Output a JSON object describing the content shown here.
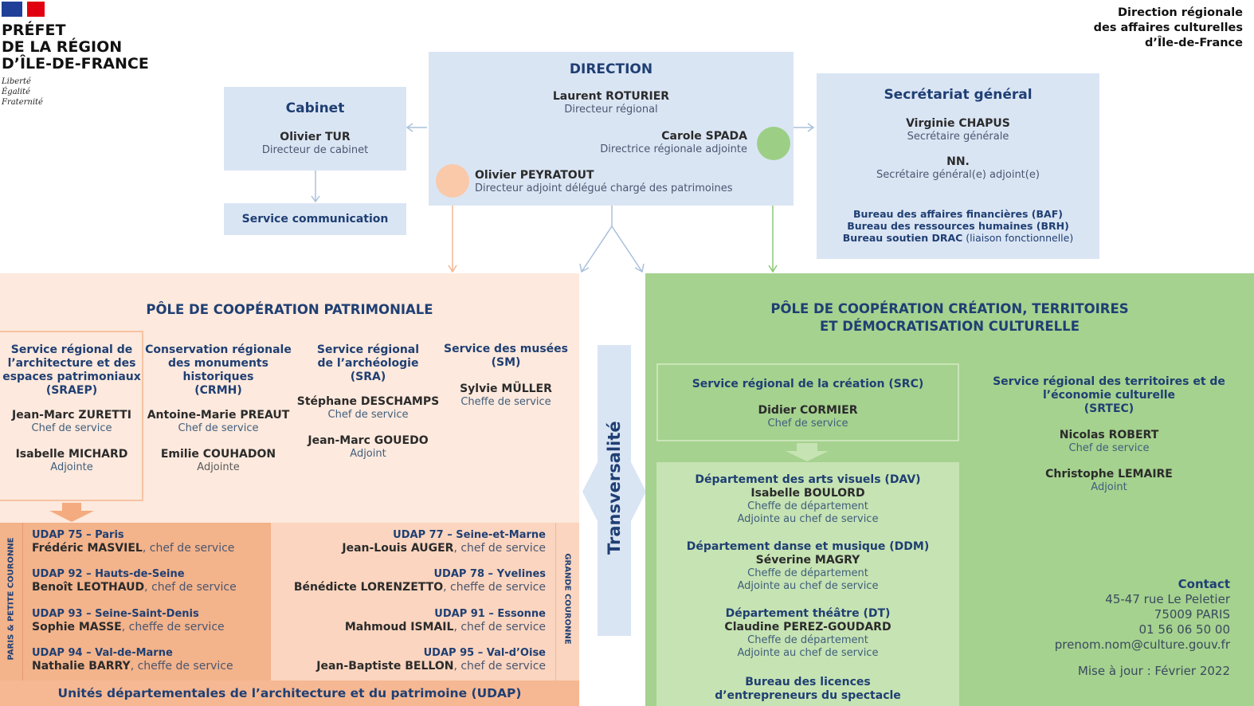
{
  "logo": {
    "line1": "PRÉFET",
    "line2": "DE LA RÉGION",
    "line3": "D’ÎLE-DE-FRANCE",
    "motto1": "Liberté",
    "motto2": "Égalité",
    "motto3": "Fraternité"
  },
  "header_right": {
    "line1": "Direction régionale",
    "line2": "des affaires culturelles",
    "line3": "d’Île-de-France"
  },
  "direction": {
    "title": "DIRECTION",
    "p1_name": "Laurent ROTURIER",
    "p1_role": "Directeur régional",
    "p2_name": "Carole SPADA",
    "p2_role": "Directrice régionale adjointe",
    "p3_name": "Olivier PEYRATOUT",
    "p3_role": "Directeur adjoint délégué chargé des patrimoines"
  },
  "cabinet": {
    "title": "Cabinet",
    "name": "Olivier TUR",
    "role": "Directeur de cabinet",
    "communication": "Service communication"
  },
  "secretariat": {
    "title": "Secrétariat général",
    "p1_name": "Virginie CHAPUS",
    "p1_role": "Secrétaire générale",
    "p2_name": "NN.",
    "p2_role": "Secrétaire général(e) adjoint(e)",
    "bureau1": "Bureau des affaires financières (BAF)",
    "bureau2": "Bureau des ressources humaines (BRH)",
    "bureau3_bold": "Bureau soutien DRAC",
    "bureau3_rest": " (liaison fonctionnelle)"
  },
  "transversalite": "Transversalité",
  "pole_patrimoniale": {
    "title": "PÔLE DE COOPÉRATION PATRIMONIALE",
    "sraep": {
      "l1": "Service régional de",
      "l2": "l’architecture et des",
      "l3": "espaces patrimoniaux",
      "l4": "(SRAEP)",
      "n1": "Jean-Marc ZURETTI",
      "r1": "Chef de service",
      "n2": "Isabelle MICHARD",
      "r2": "Adjointe"
    },
    "crmh": {
      "l1": "Conservation régionale",
      "l2": "des monuments",
      "l3": "historiques",
      "l4": "(CRMH)",
      "n1": "Antoine-Marie PREAUT",
      "r1": "Chef de service",
      "n2": "Emilie COUHADON",
      "r2": "Adjointe"
    },
    "sra": {
      "l1": "Service régional",
      "l2": "de l’archéologie",
      "l3": "(SRA)",
      "n1": "Stéphane DESCHAMPS",
      "r1": "Chef de service",
      "n2": "Jean-Marc GOUEDO",
      "r2": "Adjoint"
    },
    "sm": {
      "l1": "Service des musées",
      "l2": "(SM)",
      "n1": "Sylvie MÜLLER",
      "r1": "Cheffe de service"
    }
  },
  "udap": {
    "band_label": "Unités départementales de l’architecture et du patrimoine (UDAP)",
    "left_vertical": "PARIS & PETITE COURONNE",
    "right_vertical": "GRANDE COURONNE",
    "left": [
      {
        "title": "UDAP 75 – Paris",
        "name": "Frédéric MASVIEL",
        "role": ", chef de service"
      },
      {
        "title": "UDAP 92 – Hauts-de-Seine",
        "name": "Benoît LEOTHAUD",
        "role": ", chef de service"
      },
      {
        "title": "UDAP 93 – Seine-Saint-Denis",
        "name": "Sophie MASSE",
        "role": ", cheffe de service"
      },
      {
        "title": "UDAP 94 – Val-de-Marne",
        "name": "Nathalie BARRY",
        "role": ", cheffe de service"
      }
    ],
    "right": [
      {
        "title": "UDAP 77 – Seine-et-Marne",
        "name": "Jean-Louis AUGER",
        "role": ", chef de service"
      },
      {
        "title": "UDAP 78 – Yvelines",
        "name": "Bénédicte LORENZETTO",
        "role": ", cheffe de service"
      },
      {
        "title": "UDAP 91 – Essonne",
        "name": "Mahmoud ISMAIL",
        "role": ", chef de service"
      },
      {
        "title": "UDAP 95 – Val-d’Oise",
        "name": "Jean-Baptiste BELLON",
        "role": ", chef de service"
      }
    ]
  },
  "pole_creation": {
    "title1": "PÔLE DE COOPÉRATION CRÉATION, TERRITOIRES",
    "title2": "ET DÉMOCRATISATION CULTURELLE",
    "src": {
      "title": "Service régional de la création (SRC)",
      "name": "Didier CORMIER",
      "role": "Chef de service"
    },
    "dav": {
      "title": "Département des arts visuels (DAV)",
      "name": "Isabelle BOULORD",
      "r1": "Cheffe de département",
      "r2": "Adjointe au chef de service"
    },
    "ddm": {
      "title": "Département danse et musique (DDM)",
      "name": "Séverine MAGRY",
      "r1": "Cheffe de département",
      "r2": "Adjointe au chef de service"
    },
    "dt": {
      "title": "Département théâtre (DT)",
      "name": "Claudine PEREZ-GOUDARD",
      "r1": "Cheffe de département",
      "r2": "Adjointe au chef de service"
    },
    "bureau": {
      "l1": "Bureau des licences",
      "l2": "d’entrepreneurs du spectacle"
    },
    "srtec": {
      "l1": "Service régional des territoires et de",
      "l2": "l’économie culturelle",
      "l3": "(SRTEC)",
      "n1": "Nicolas ROBERT",
      "r1": "Chef de service",
      "n2": "Christophe LEMAIRE",
      "r2": "Adjoint"
    }
  },
  "contact": {
    "title": "Contact",
    "l1": "45-47 rue Le Peletier",
    "l2": "75009 PARIS",
    "l3": "01 56 06 50 00",
    "l4": "prenom.nom@culture.gouv.fr",
    "update": "Mise à jour : Février 2022"
  },
  "colors": {
    "navy": "#1f3f73",
    "blue_box": "#dae5f4",
    "peach_pole": "#fde9dd",
    "green_pole": "#a5d28f",
    "udap_orange": "#f5b893",
    "peach_dot": "#f9c9a9",
    "green_dot": "#9ccf85"
  }
}
